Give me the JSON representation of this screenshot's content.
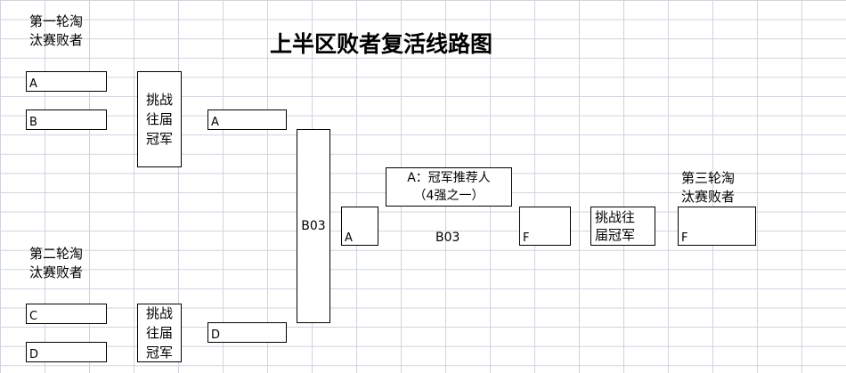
{
  "title": "上半区败者复活线路图",
  "round1_losers": {
    "line1": "第一轮淘",
    "line2": "汰赛败者"
  },
  "round2_losers": {
    "line1": "第二轮淘",
    "line2": "汰赛败者"
  },
  "round3_losers": {
    "line1": "第三轮淘",
    "line2": "汰赛败者"
  },
  "cells": {
    "a_top": "A",
    "b_top": "B",
    "a_mid": "A",
    "c_bottom": "C",
    "d_bottom": "D",
    "d_mid": "D",
    "a_right": "A",
    "f_right1": "F",
    "f_right2": "F"
  },
  "challenge_top": {
    "line1": "挑战",
    "line2": "往届",
    "line3": "冠军"
  },
  "challenge_bottom": {
    "line1": "挑战",
    "line2": "往届",
    "line3": "冠军"
  },
  "challenge_right": {
    "line1": "挑战往",
    "line2": "届冠军"
  },
  "bo3_vertical": "B03",
  "bo3_middle": "B03",
  "recommender": {
    "line1": "A：冠军推荐人",
    "line2": "（4强之一）"
  }
}
